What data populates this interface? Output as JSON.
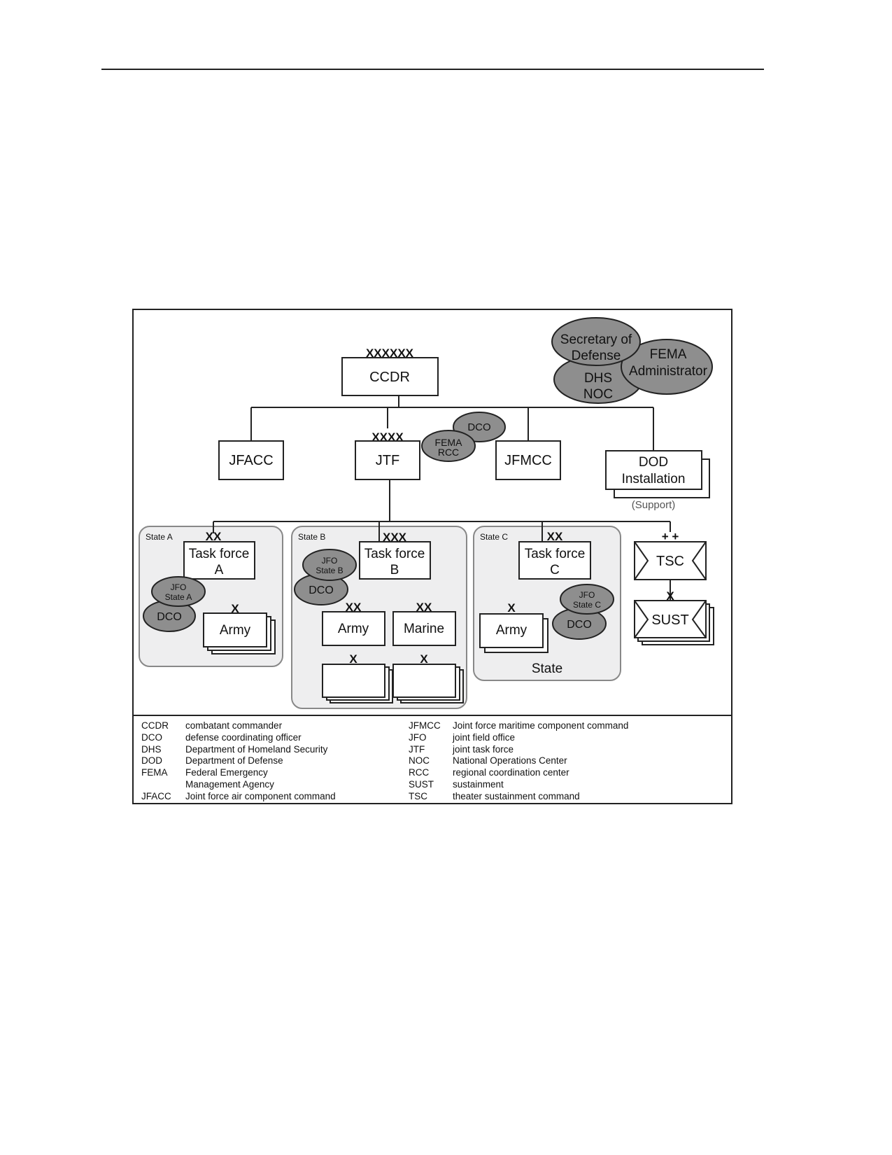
{
  "diagram": {
    "ccdr": {
      "rank": "XXXXXX",
      "label": "CCDR"
    },
    "leaders": {
      "secdef": [
        "Secretary of",
        "Defense"
      ],
      "dhs": [
        "DHS",
        "NOC"
      ],
      "fema": [
        "FEMA",
        "Administrator"
      ]
    },
    "jfacc": {
      "label": "JFACC"
    },
    "jtf": {
      "rank": "XXXX",
      "label": "JTF"
    },
    "jtf_ovals": {
      "dco": "DCO",
      "fema_rcc": [
        "FEMA",
        "RCC"
      ]
    },
    "jfmcc": {
      "label": "JFMCC"
    },
    "dod": {
      "label": [
        "DOD",
        "Installation"
      ],
      "note": "(Support)"
    },
    "state_a": {
      "name": "State A",
      "tf_rank": "XX",
      "task_force": [
        "Task force",
        "A"
      ],
      "jfo": [
        "JFO",
        "State A"
      ],
      "dco": "DCO",
      "army_rank": "X",
      "army": "Army"
    },
    "state_b": {
      "name": "State B",
      "tf_rank": "XXX",
      "task_force": [
        "Task force",
        "B"
      ],
      "jfo": [
        "JFO",
        "State B"
      ],
      "dco": "DCO",
      "army_rank": "XX",
      "army": "Army",
      "marine_rank": "XX",
      "marine": "Marine",
      "sub_rank_1": "X",
      "sub_rank_2": "X"
    },
    "state_c": {
      "name": "State C",
      "tf_rank": "XX",
      "task_force": [
        "Task force",
        "C"
      ],
      "jfo": [
        "JFO",
        "State C"
      ],
      "dco": "DCO",
      "army_rank": "X",
      "army": "Army",
      "footer": "State"
    },
    "tsc": {
      "rank": "+ +",
      "label": "TSC"
    },
    "sust": {
      "rank": "X",
      "label": "SUST"
    }
  },
  "legend": {
    "left": [
      {
        "abbr": "CCDR",
        "def": "combatant commander"
      },
      {
        "abbr": "DCO",
        "def": "defense coordinating officer"
      },
      {
        "abbr": "DHS",
        "def": "Department of Homeland Security"
      },
      {
        "abbr": "DOD",
        "def": "Department of Defense"
      },
      {
        "abbr": "FEMA",
        "def": "Federal Emergency"
      },
      {
        "abbr": "",
        "def": "Management Agency"
      },
      {
        "abbr": "JFACC",
        "def": "Joint force air component command"
      }
    ],
    "right": [
      {
        "abbr": "JFMCC",
        "def": "Joint force maritime component command"
      },
      {
        "abbr": "JFO",
        "def": "joint field office"
      },
      {
        "abbr": "JTF",
        "def": "joint task force"
      },
      {
        "abbr": "NOC",
        "def": "National Operations Center"
      },
      {
        "abbr": "RCC",
        "def": "regional coordination center"
      },
      {
        "abbr": "SUST",
        "def": "sustainment"
      },
      {
        "abbr": "TSC",
        "def": "theater sustainment command"
      }
    ]
  }
}
